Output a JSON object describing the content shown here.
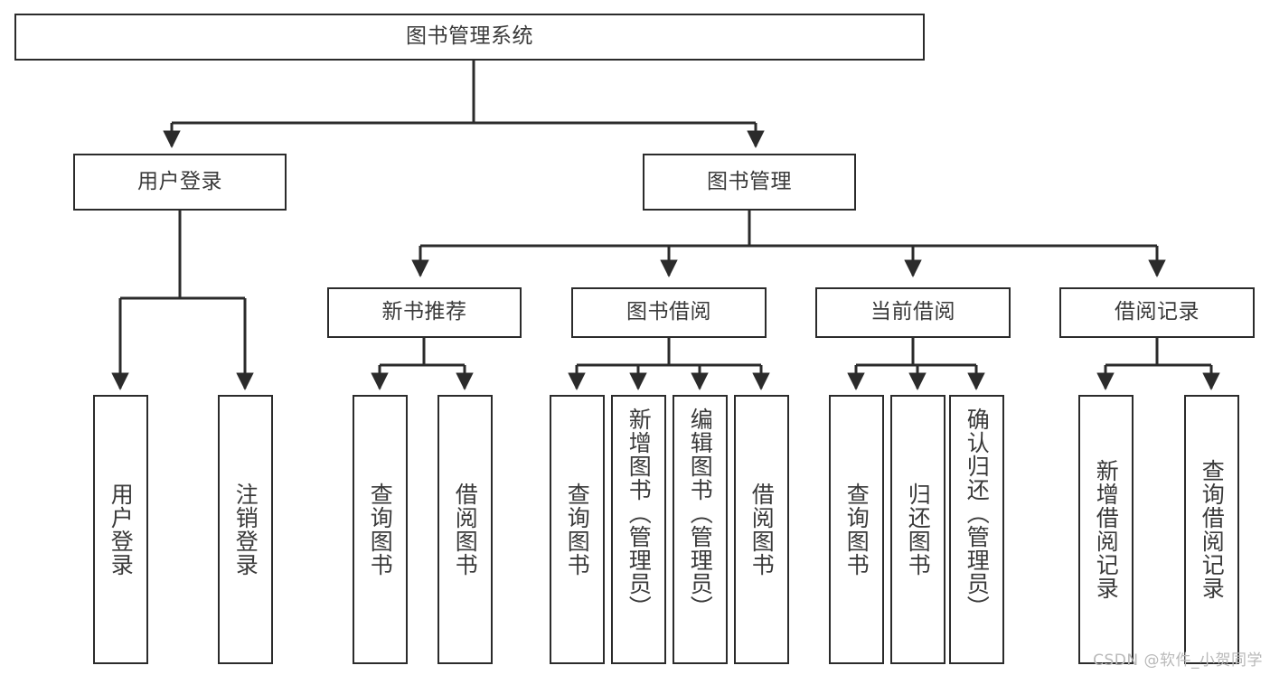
{
  "diagram": {
    "title": "图书管理系统",
    "type": "tree-hierarchy",
    "colors": {
      "box_border": "#2b2b2b",
      "box_fill": "#ffffff",
      "text": "#3a3a3a",
      "edge": "#2b2b2b",
      "watermark": "#b9b9b9",
      "background": "#ffffff"
    },
    "watermark": "CSDN @软件_小贺同学"
  },
  "nodes": {
    "root": {
      "label": "图书管理系统"
    },
    "level2": [
      {
        "id": "user-login",
        "label": "用户登录"
      },
      {
        "id": "book-manage",
        "label": "图书管理"
      }
    ],
    "level3": [
      {
        "id": "new-book-recommend",
        "label": "新书推荐"
      },
      {
        "id": "book-borrow",
        "label": "图书借阅"
      },
      {
        "id": "current-borrow",
        "label": "当前借阅"
      },
      {
        "id": "borrow-record",
        "label": "借阅记录"
      }
    ],
    "leaves": {
      "user_login": [
        {
          "id": "leaf-user-login",
          "label": "用户登录"
        },
        {
          "id": "leaf-user-logout",
          "label": "注销登录"
        }
      ],
      "new_book_recommend": [
        {
          "id": "leaf-query-book-1",
          "label": "查询图书"
        },
        {
          "id": "leaf-borrow-book-1",
          "label": "借阅图书"
        }
      ],
      "book_borrow": [
        {
          "id": "leaf-query-book-2",
          "label": "查询图书"
        },
        {
          "id": "leaf-add-book",
          "label": "新增图书（管理员）"
        },
        {
          "id": "leaf-edit-book",
          "label": "编辑图书（管理员）"
        },
        {
          "id": "leaf-borrow-book-2",
          "label": "借阅图书"
        }
      ],
      "current_borrow": [
        {
          "id": "leaf-query-book-3",
          "label": "查询图书"
        },
        {
          "id": "leaf-return-book",
          "label": "归还图书"
        },
        {
          "id": "leaf-confirm-return",
          "label": "确认归还（管理员）"
        }
      ],
      "borrow_record": [
        {
          "id": "leaf-add-record",
          "label": "新增借阅记录"
        },
        {
          "id": "leaf-query-record",
          "label": "查询借阅记录"
        }
      ]
    }
  }
}
